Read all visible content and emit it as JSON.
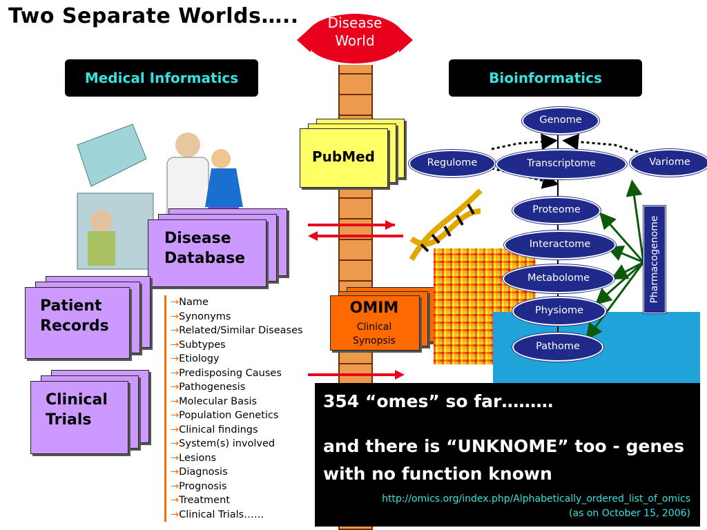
{
  "title": "Two Separate Worlds…..",
  "disease_world": "Disease World",
  "headers": {
    "medical": "Medical Informatics",
    "bio": "Bioinformatics"
  },
  "boxes": {
    "disease_db": "Disease Database",
    "patient_records": "Patient Records",
    "clinical_trials": "Clinical Trials",
    "pubmed": "PubMed",
    "omim_title": "OMIM",
    "omim_sub": "Clinical Synopsis"
  },
  "fields": [
    "Name",
    "Synonyms",
    "Related/Similar Diseases",
    "Subtypes",
    "Etiology",
    "Predisposing Causes",
    "Pathogenesis",
    "Molecular Basis",
    "Population Genetics",
    "Clinical findings",
    "System(s) involved",
    "Lesions",
    "Diagnosis",
    "Prognosis",
    "Treatment",
    "Clinical Trials……"
  ],
  "omes": {
    "genome": "Genome",
    "regulome": "Regulome",
    "transcriptome": "Transcriptome",
    "variome": "Variome",
    "proteome": "Proteome",
    "interactome": "Interactome",
    "metabolome": "Metabolome",
    "physiome": "Physiome",
    "pathome": "Pathome",
    "pharmacogenome": "Pharmacogenome"
  },
  "note": {
    "line1": "354 “omes” so far………",
    "line2": "and there is “UNKNOME” too - genes with no function known",
    "link": "http://omics.org/index.php/Alphabetically_ordered_list_of_omics",
    "date": "(as on October 15, 2006)"
  },
  "colors": {
    "header_text": "#37e1e1",
    "arrow": "#e8001c",
    "ome": "#1f2a8a",
    "purple": "#cc99ff",
    "orange": "#ff6a00",
    "green": "#0a5a0a"
  }
}
